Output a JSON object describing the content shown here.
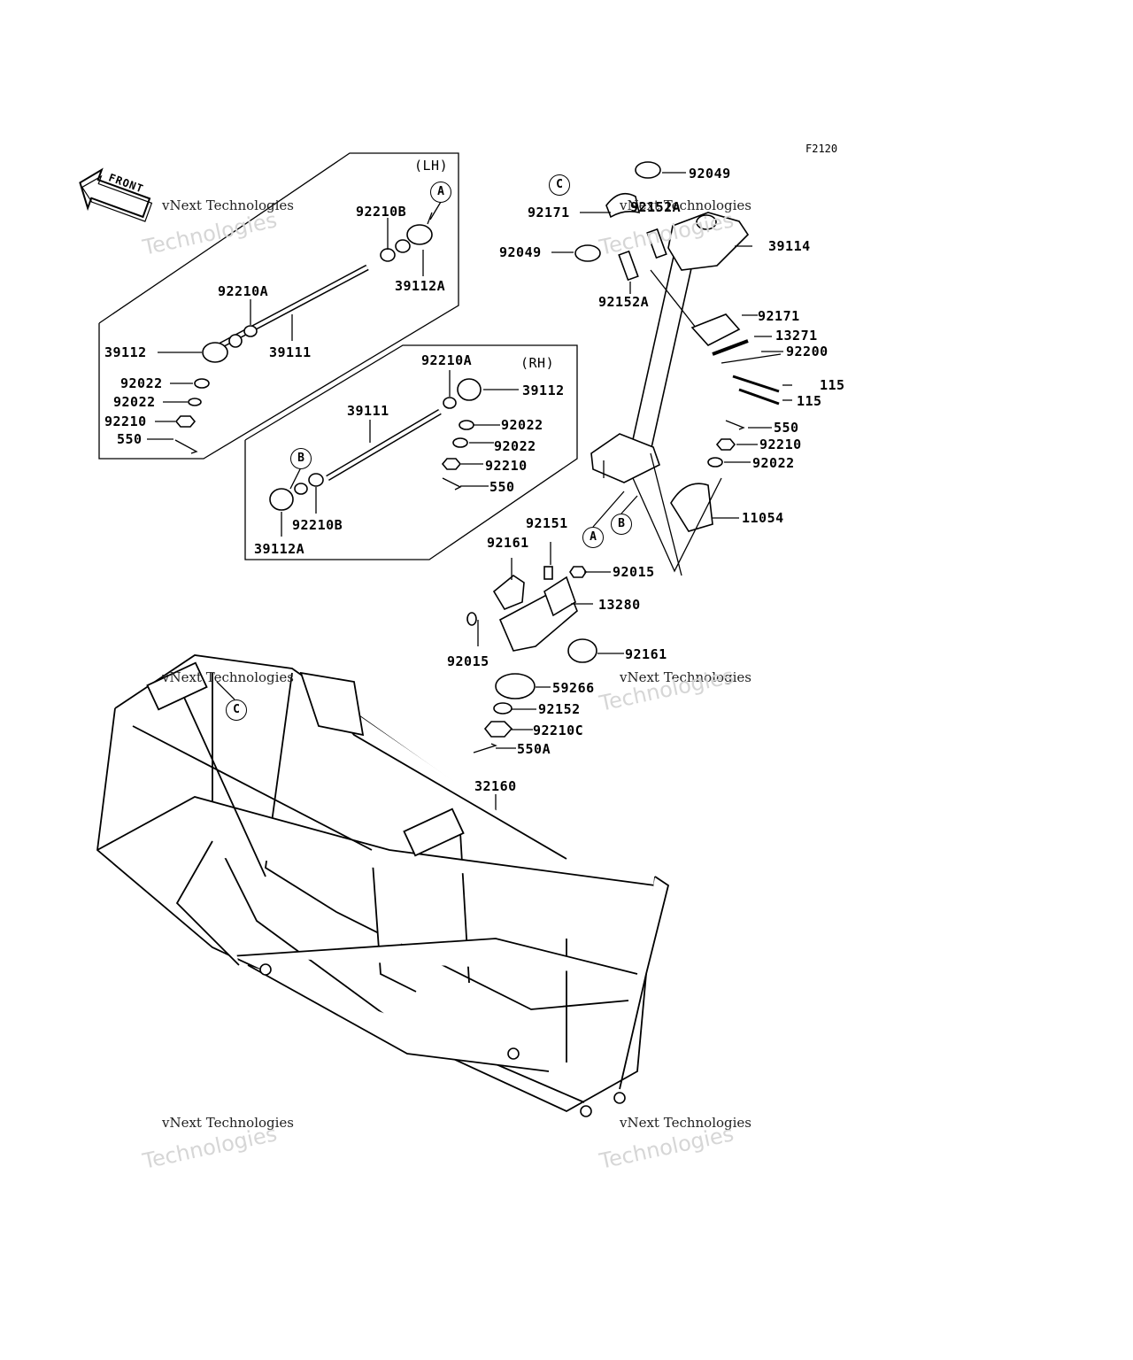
{
  "figure_code": "F2120",
  "front_label": "FRONT",
  "watermark": {
    "line1": "vNext Technologies",
    "line2": "Technologies",
    "line3": "vNext"
  },
  "groups": {
    "lh": "(LH)",
    "rh": "(RH)"
  },
  "callouts": [
    "A",
    "B",
    "C"
  ],
  "parts": {
    "lh_92210B": "92210B",
    "lh_92210A": "92210A",
    "lh_39112A": "39112A",
    "lh_39112": "39112",
    "lh_39111": "39111",
    "lh_92022a": "92022",
    "lh_92022b": "92022",
    "lh_92210": "92210",
    "lh_550": "550",
    "rh_92210A": "92210A",
    "rh_39112": "39112",
    "rh_39111": "39111",
    "rh_92022a": "92022",
    "rh_92022b": "92022",
    "rh_92210": "92210",
    "rh_550": "550",
    "rh_92210B": "92210B",
    "rh_39112A": "39112A",
    "p92049a": "92049",
    "p92171a": "92171",
    "p92152Aa": "92152A",
    "p92049b": "92049",
    "p39114": "39114",
    "p92152Ab": "92152A",
    "p92171b": "92171",
    "p13271": "13271",
    "p92200": "92200",
    "p115a": "115",
    "p115b": "115",
    "p550a": "550",
    "p92210": "92210",
    "p92022": "92022",
    "p11054": "11054",
    "p92151": "92151",
    "p92161a": "92161",
    "p92015a": "92015",
    "p13280": "13280",
    "p92015b": "92015",
    "p92161b": "92161",
    "p59266": "59266",
    "p92152": "92152",
    "p92210C": "92210C",
    "p550A": "550A",
    "p32160": "32160"
  }
}
